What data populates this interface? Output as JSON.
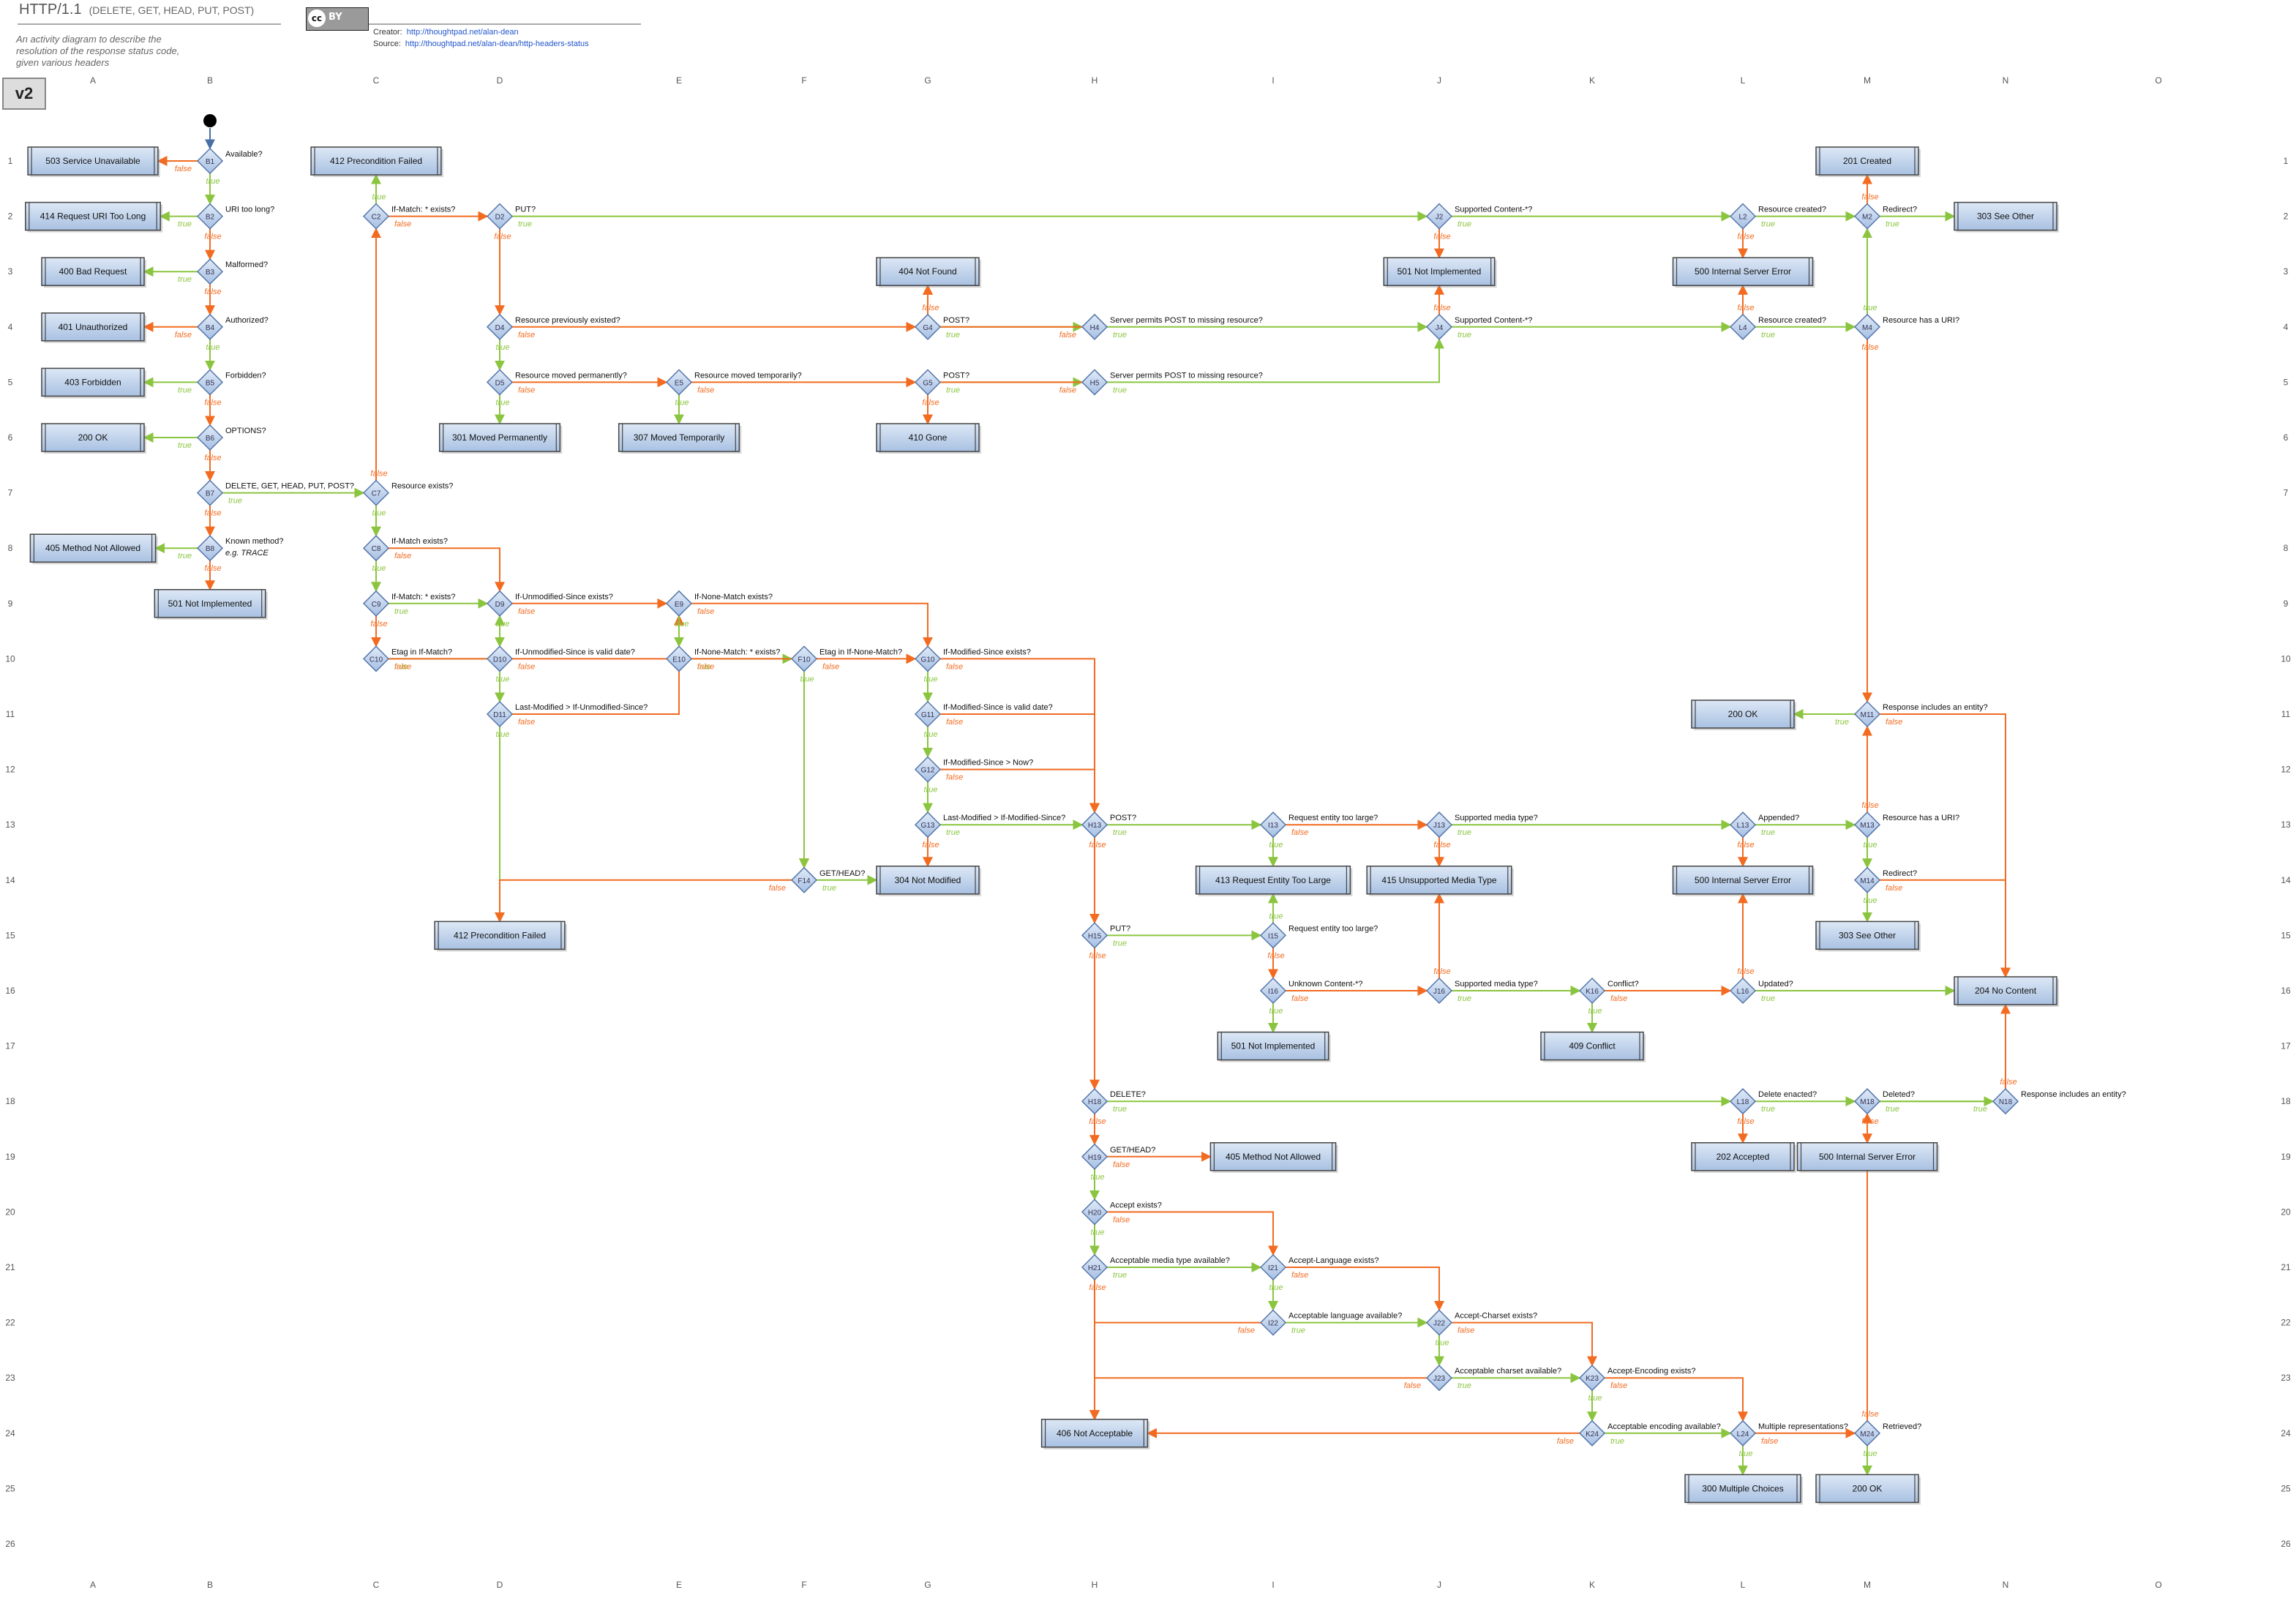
{
  "header": {
    "title": "HTTP/1.1",
    "subtitle": "(DELETE, GET, HEAD, PUT, POST)",
    "description": "An activity diagram to describe the resolution of the response status code, given various headers",
    "version": "v2",
    "license_badge": "cc",
    "license_by": "BY",
    "creator_label": "Creator:",
    "creator_url": "http://thoughtpad.net/alan-dean",
    "source_label": "Source:",
    "source_url": "http://thoughtpad.net/alan-dean/http-headers-status"
  },
  "colors": {
    "true_edge": "#8bc53f",
    "false_edge": "#f26b21",
    "box_fill": "#c2d6ee",
    "box_border": "#444444",
    "diamond_fill": "#bfd3ee",
    "diamond_border": "#5577aa"
  },
  "columns": [
    "A",
    "B",
    "C",
    "D",
    "E",
    "F",
    "G",
    "H",
    "I",
    "J",
    "K",
    "L",
    "M",
    "N",
    "O"
  ],
  "rows": [
    "1",
    "2",
    "3",
    "4",
    "5",
    "6",
    "7",
    "8",
    "9",
    "10",
    "11",
    "12",
    "13",
    "14",
    "15",
    "16",
    "17",
    "18",
    "19",
    "20",
    "21",
    "22",
    "23",
    "24",
    "25",
    "26"
  ],
  "decisions": [
    {
      "id": "B1",
      "label": "Available?"
    },
    {
      "id": "B2",
      "label": "URI too long?"
    },
    {
      "id": "B3",
      "label": "Malformed?"
    },
    {
      "id": "B4",
      "label": "Authorized?"
    },
    {
      "id": "B5",
      "label": "Forbidden?"
    },
    {
      "id": "B6",
      "label": "OPTIONS?"
    },
    {
      "id": "B7",
      "label": "DELETE, GET, HEAD, PUT, POST?"
    },
    {
      "id": "B8",
      "label": "Known method?",
      "sublabel": "e.g. TRACE"
    },
    {
      "id": "C2",
      "label": "If-Match: * exists?"
    },
    {
      "id": "C7",
      "label": "Resource exists?"
    },
    {
      "id": "C8",
      "label": "If-Match exists?"
    },
    {
      "id": "C9",
      "label": "If-Match: * exists?"
    },
    {
      "id": "C10",
      "label": "Etag in If-Match?"
    },
    {
      "id": "D2",
      "label": "PUT?"
    },
    {
      "id": "D4",
      "label": "Resource previously existed?"
    },
    {
      "id": "D5",
      "label": "Resource moved permanently?"
    },
    {
      "id": "D9",
      "label": "If-Unmodified-Since exists?"
    },
    {
      "id": "D10",
      "label": "If-Unmodified-Since is valid date?"
    },
    {
      "id": "D11",
      "label": "Last-Modified > If-Unmodified-Since?"
    },
    {
      "id": "E5",
      "label": "Resource moved temporarily?"
    },
    {
      "id": "E9",
      "label": "If-None-Match exists?"
    },
    {
      "id": "E10",
      "label": "If-None-Match: * exists?"
    },
    {
      "id": "F10",
      "label": "Etag in If-None-Match?"
    },
    {
      "id": "F14",
      "label": "GET/HEAD?"
    },
    {
      "id": "G4",
      "label": "POST?"
    },
    {
      "id": "G5",
      "label": "POST?"
    },
    {
      "id": "G10",
      "label": "If-Modified-Since exists?"
    },
    {
      "id": "G11",
      "label": "If-Modified-Since is valid date?"
    },
    {
      "id": "G12",
      "label": "If-Modified-Since > Now?"
    },
    {
      "id": "G13",
      "label": "Last-Modified > If-Modified-Since?"
    },
    {
      "id": "H4",
      "label": "Server permits POST to missing resource?"
    },
    {
      "id": "H5",
      "label": "Server permits POST to missing resource?"
    },
    {
      "id": "H13",
      "label": "POST?"
    },
    {
      "id": "H15",
      "label": "PUT?"
    },
    {
      "id": "H18",
      "label": "DELETE?"
    },
    {
      "id": "H19",
      "label": "GET/HEAD?"
    },
    {
      "id": "H20",
      "label": "Accept exists?"
    },
    {
      "id": "H21",
      "label": "Acceptable media type available?"
    },
    {
      "id": "I13",
      "label": "Request entity too large?"
    },
    {
      "id": "I15",
      "label": "Request entity too large?"
    },
    {
      "id": "I16",
      "label": "Unknown Content-*?"
    },
    {
      "id": "I21",
      "label": "Accept-Language exists?"
    },
    {
      "id": "I22",
      "label": "Acceptable language available?"
    },
    {
      "id": "J2",
      "label": "Supported Content-*?"
    },
    {
      "id": "J4",
      "label": "Supported Content-*?"
    },
    {
      "id": "J13",
      "label": "Supported media type?"
    },
    {
      "id": "J16",
      "label": "Supported media type?"
    },
    {
      "id": "J22",
      "label": "Accept-Charset exists?"
    },
    {
      "id": "J23",
      "label": "Acceptable charset available?"
    },
    {
      "id": "K16",
      "label": "Conflict?"
    },
    {
      "id": "K23",
      "label": "Accept-Encoding exists?"
    },
    {
      "id": "K24",
      "label": "Acceptable encoding available?"
    },
    {
      "id": "L2",
      "label": "Resource created?"
    },
    {
      "id": "L4",
      "label": "Resource created?"
    },
    {
      "id": "L13",
      "label": "Appended?"
    },
    {
      "id": "L16",
      "label": "Updated?"
    },
    {
      "id": "L18",
      "label": "Delete enacted?"
    },
    {
      "id": "L24",
      "label": "Multiple representations?"
    },
    {
      "id": "M2",
      "label": "Redirect?"
    },
    {
      "id": "M4",
      "label": "Resource has a URI?"
    },
    {
      "id": "M11",
      "label": "Response includes an entity?"
    },
    {
      "id": "M13",
      "label": "Resource has a URI?"
    },
    {
      "id": "M14",
      "label": "Redirect?"
    },
    {
      "id": "M18",
      "label": "Deleted?"
    },
    {
      "id": "M24",
      "label": "Retrieved?"
    },
    {
      "id": "N18",
      "label": "Response includes an entity?"
    }
  ],
  "statuses": [
    {
      "id": "s503",
      "cell": "A1",
      "label": "503 Service Unavailable"
    },
    {
      "id": "s414",
      "cell": "A2",
      "label": "414 Request URI Too Long"
    },
    {
      "id": "s400",
      "cell": "A3",
      "label": "400 Bad Request"
    },
    {
      "id": "s401",
      "cell": "A4",
      "label": "401 Unauthorized"
    },
    {
      "id": "s403",
      "cell": "A5",
      "label": "403 Forbidden"
    },
    {
      "id": "s200a",
      "cell": "A6",
      "label": "200 OK"
    },
    {
      "id": "s405a",
      "cell": "A8",
      "label": "405 Method Not Allowed"
    },
    {
      "id": "s501a",
      "cell": "B9",
      "label": "501 Not Implemented"
    },
    {
      "id": "s412a",
      "cell": "C1",
      "label": "412 Precondition Failed"
    },
    {
      "id": "s301",
      "cell": "D6",
      "label": "301 Moved Permanently"
    },
    {
      "id": "s412b",
      "cell": "D15",
      "label": "412 Precondition Failed"
    },
    {
      "id": "s307",
      "cell": "E6",
      "label": "307 Moved Temporarily"
    },
    {
      "id": "s404",
      "cell": "G3",
      "label": "404 Not Found"
    },
    {
      "id": "s410",
      "cell": "G6",
      "label": "410 Gone"
    },
    {
      "id": "s304",
      "cell": "G14",
      "label": "304 Not Modified"
    },
    {
      "id": "s406",
      "cell": "H24",
      "label": "406 Not Acceptable"
    },
    {
      "id": "s413",
      "cell": "I14",
      "label": "413 Request Entity Too Large"
    },
    {
      "id": "s501c",
      "cell": "I17",
      "label": "501 Not Implemented"
    },
    {
      "id": "s405b",
      "cell": "I19",
      "label": "405 Method Not Allowed"
    },
    {
      "id": "s501b",
      "cell": "J3",
      "label": "501 Not Implemented"
    },
    {
      "id": "s415",
      "cell": "J14",
      "label": "415 Unsupported Media Type"
    },
    {
      "id": "s409",
      "cell": "K17",
      "label": "409 Conflict"
    },
    {
      "id": "s500a",
      "cell": "L3",
      "label": "500 Internal Server Error"
    },
    {
      "id": "s200b",
      "cell": "L11",
      "label": "200 OK"
    },
    {
      "id": "s500b",
      "cell": "L14",
      "label": "500 Internal Server Error"
    },
    {
      "id": "s202",
      "cell": "L19",
      "label": "202 Accepted"
    },
    {
      "id": "s300",
      "cell": "L25",
      "label": "300 Multiple Choices"
    },
    {
      "id": "s201",
      "cell": "M1",
      "label": "201 Created"
    },
    {
      "id": "s303b",
      "cell": "M15",
      "label": "303 See Other"
    },
    {
      "id": "s500c",
      "cell": "M19",
      "label": "500 Internal Server Error"
    },
    {
      "id": "s200c",
      "cell": "M25",
      "label": "200 OK"
    },
    {
      "id": "s303a",
      "cell": "N2",
      "label": "303 See Other"
    },
    {
      "id": "s204",
      "cell": "N16",
      "label": "204 No Content"
    }
  ],
  "edges": [
    {
      "from": "start",
      "to": "B1",
      "kind": "flow"
    },
    {
      "from": "B1",
      "to": "s503",
      "kind": "false"
    },
    {
      "from": "B1",
      "to": "B2",
      "kind": "true"
    },
    {
      "from": "B2",
      "to": "s414",
      "kind": "true"
    },
    {
      "from": "B2",
      "to": "B3",
      "kind": "false"
    },
    {
      "from": "B3",
      "to": "s400",
      "kind": "true"
    },
    {
      "from": "B3",
      "to": "B4",
      "kind": "false"
    },
    {
      "from": "B4",
      "to": "s401",
      "kind": "false"
    },
    {
      "from": "B4",
      "to": "B5",
      "kind": "true"
    },
    {
      "from": "B5",
      "to": "s403",
      "kind": "true"
    },
    {
      "from": "B5",
      "to": "B6",
      "kind": "false"
    },
    {
      "from": "B6",
      "to": "s200a",
      "kind": "true"
    },
    {
      "from": "B6",
      "to": "B7",
      "kind": "false"
    },
    {
      "from": "B7",
      "to": "C7",
      "kind": "true"
    },
    {
      "from": "B7",
      "to": "B8",
      "kind": "false"
    },
    {
      "from": "B8",
      "to": "s405a",
      "kind": "true"
    },
    {
      "from": "B8",
      "to": "s501a",
      "kind": "false"
    },
    {
      "from": "C7",
      "to": "C2",
      "kind": "false"
    },
    {
      "from": "C7",
      "to": "C8",
      "kind": "true"
    },
    {
      "from": "C2",
      "to": "s412a",
      "kind": "true"
    },
    {
      "from": "C2",
      "to": "D2",
      "kind": "false"
    },
    {
      "from": "C8",
      "to": "D9",
      "kind": "false"
    },
    {
      "from": "C8",
      "to": "C9",
      "kind": "true"
    },
    {
      "from": "C9",
      "to": "D9",
      "kind": "true"
    },
    {
      "from": "C9",
      "to": "C10",
      "kind": "false"
    },
    {
      "from": "C10",
      "to": "D9",
      "kind": "true"
    },
    {
      "from": "C10",
      "to": "s412b",
      "kind": "false"
    },
    {
      "from": "D2",
      "to": "J2",
      "kind": "true"
    },
    {
      "from": "D2",
      "to": "D4",
      "kind": "false"
    },
    {
      "from": "D4",
      "to": "G4",
      "kind": "false"
    },
    {
      "from": "D4",
      "to": "D5",
      "kind": "true"
    },
    {
      "from": "D5",
      "to": "s301",
      "kind": "true"
    },
    {
      "from": "D5",
      "to": "E5",
      "kind": "false"
    },
    {
      "from": "E5",
      "to": "s307",
      "kind": "true"
    },
    {
      "from": "E5",
      "to": "G5",
      "kind": "false"
    },
    {
      "from": "G4",
      "to": "H4",
      "kind": "true"
    },
    {
      "from": "G4",
      "to": "s404",
      "kind": "false"
    },
    {
      "from": "G5",
      "to": "H5",
      "kind": "true"
    },
    {
      "from": "G5",
      "to": "s410",
      "kind": "false"
    },
    {
      "from": "H4",
      "to": "J4",
      "kind": "true"
    },
    {
      "from": "H4",
      "to": "s404",
      "kind": "false"
    },
    {
      "from": "H5",
      "to": "J4",
      "kind": "true"
    },
    {
      "from": "H5",
      "to": "s410",
      "kind": "false"
    },
    {
      "from": "J2",
      "to": "L2",
      "kind": "true"
    },
    {
      "from": "J2",
      "to": "s501b",
      "kind": "false"
    },
    {
      "from": "J4",
      "to": "L4",
      "kind": "true"
    },
    {
      "from": "J4",
      "to": "s501b",
      "kind": "false"
    },
    {
      "from": "L2",
      "to": "M2",
      "kind": "true"
    },
    {
      "from": "L2",
      "to": "s500a",
      "kind": "false"
    },
    {
      "from": "L4",
      "to": "M4",
      "kind": "true"
    },
    {
      "from": "L4",
      "to": "s500a",
      "kind": "false"
    },
    {
      "from": "M2",
      "to": "s303a",
      "kind": "true"
    },
    {
      "from": "M2",
      "to": "s201",
      "kind": "false"
    },
    {
      "from": "M4",
      "to": "M2",
      "kind": "true"
    },
    {
      "from": "M4",
      "to": "M11",
      "kind": "false"
    },
    {
      "from": "D9",
      "to": "D10",
      "kind": "true"
    },
    {
      "from": "D9",
      "to": "E9",
      "kind": "false"
    },
    {
      "from": "D10",
      "to": "D11",
      "kind": "true"
    },
    {
      "from": "D10",
      "to": "E9",
      "kind": "false"
    },
    {
      "from": "D11",
      "to": "s412b",
      "kind": "true"
    },
    {
      "from": "D11",
      "to": "E9",
      "kind": "false"
    },
    {
      "from": "E9",
      "to": "E10",
      "kind": "true"
    },
    {
      "from": "E9",
      "to": "G10",
      "kind": "false"
    },
    {
      "from": "E10",
      "to": "F10",
      "kind": "true"
    },
    {
      "from": "E10",
      "to": "F14",
      "kind": "false"
    },
    {
      "from": "F10",
      "to": "G10",
      "kind": "false"
    },
    {
      "from": "F10",
      "to": "F14",
      "kind": "true"
    },
    {
      "from": "F14",
      "to": "s304",
      "kind": "true"
    },
    {
      "from": "F14",
      "to": "s412b",
      "kind": "false"
    },
    {
      "from": "G10",
      "to": "G11",
      "kind": "true"
    },
    {
      "from": "G10",
      "to": "H13",
      "kind": "false"
    },
    {
      "from": "G11",
      "to": "G12",
      "kind": "true"
    },
    {
      "from": "G11",
      "to": "H13",
      "kind": "false"
    },
    {
      "from": "G12",
      "to": "G13",
      "kind": "true"
    },
    {
      "from": "G12",
      "to": "H13",
      "kind": "false"
    },
    {
      "from": "G13",
      "to": "H13",
      "kind": "true"
    },
    {
      "from": "G13",
      "to": "s304",
      "kind": "false"
    },
    {
      "from": "H13",
      "to": "I13",
      "kind": "true"
    },
    {
      "from": "H13",
      "to": "H15",
      "kind": "false"
    },
    {
      "from": "I13",
      "to": "s413",
      "kind": "true"
    },
    {
      "from": "I13",
      "to": "J13",
      "kind": "false"
    },
    {
      "from": "J13",
      "to": "L13",
      "kind": "true"
    },
    {
      "from": "J13",
      "to": "s415",
      "kind": "false"
    },
    {
      "from": "L13",
      "to": "M13",
      "kind": "true"
    },
    {
      "from": "L13",
      "to": "s500b",
      "kind": "false"
    },
    {
      "from": "M13",
      "to": "M14",
      "kind": "true"
    },
    {
      "from": "M13",
      "to": "M11",
      "kind": "false"
    },
    {
      "from": "M14",
      "to": "s303b",
      "kind": "true"
    },
    {
      "from": "M14",
      "to": "s204",
      "kind": "false"
    },
    {
      "from": "M11",
      "to": "s200b",
      "kind": "true"
    },
    {
      "from": "M11",
      "to": "s204",
      "kind": "false"
    },
    {
      "from": "H15",
      "to": "I15",
      "kind": "true"
    },
    {
      "from": "H15",
      "to": "H18",
      "kind": "false"
    },
    {
      "from": "I15",
      "to": "s413",
      "kind": "true"
    },
    {
      "from": "I15",
      "to": "I16",
      "kind": "false"
    },
    {
      "from": "I16",
      "to": "s501c",
      "kind": "true"
    },
    {
      "from": "I16",
      "to": "J16",
      "kind": "false"
    },
    {
      "from": "J16",
      "to": "K16",
      "kind": "true"
    },
    {
      "from": "J16",
      "to": "s415",
      "kind": "false"
    },
    {
      "from": "K16",
      "to": "s409",
      "kind": "true"
    },
    {
      "from": "K16",
      "to": "L16",
      "kind": "false"
    },
    {
      "from": "L16",
      "to": "s204",
      "kind": "true"
    },
    {
      "from": "L16",
      "to": "s500b",
      "kind": "false"
    },
    {
      "from": "H18",
      "to": "L18",
      "kind": "true"
    },
    {
      "from": "H18",
      "to": "H19",
      "kind": "false"
    },
    {
      "from": "L18",
      "to": "M18",
      "kind": "true"
    },
    {
      "from": "L18",
      "to": "s202",
      "kind": "false"
    },
    {
      "from": "M18",
      "to": "N18",
      "kind": "true"
    },
    {
      "from": "M18",
      "to": "s500c",
      "kind": "false"
    },
    {
      "from": "N18",
      "to": "s200c",
      "kind": "true"
    },
    {
      "from": "N18",
      "to": "s204",
      "kind": "false"
    },
    {
      "from": "H19",
      "to": "H20",
      "kind": "true"
    },
    {
      "from": "H19",
      "to": "s405b",
      "kind": "false"
    },
    {
      "from": "H20",
      "to": "H21",
      "kind": "true"
    },
    {
      "from": "H20",
      "to": "I21",
      "kind": "false"
    },
    {
      "from": "H21",
      "to": "I21",
      "kind": "true"
    },
    {
      "from": "H21",
      "to": "s406",
      "kind": "false"
    },
    {
      "from": "I21",
      "to": "I22",
      "kind": "true"
    },
    {
      "from": "I21",
      "to": "J22",
      "kind": "false"
    },
    {
      "from": "I22",
      "to": "J22",
      "kind": "true"
    },
    {
      "from": "I22",
      "to": "s406",
      "kind": "false"
    },
    {
      "from": "J22",
      "to": "J23",
      "kind": "true"
    },
    {
      "from": "J22",
      "to": "K23",
      "kind": "false"
    },
    {
      "from": "J23",
      "to": "K23",
      "kind": "true"
    },
    {
      "from": "J23",
      "to": "s406",
      "kind": "false"
    },
    {
      "from": "K23",
      "to": "K24",
      "kind": "true"
    },
    {
      "from": "K23",
      "to": "L24",
      "kind": "false"
    },
    {
      "from": "K24",
      "to": "L24",
      "kind": "true"
    },
    {
      "from": "K24",
      "to": "s406",
      "kind": "false"
    },
    {
      "from": "L24",
      "to": "s300",
      "kind": "true"
    },
    {
      "from": "L24",
      "to": "M24",
      "kind": "false"
    },
    {
      "from": "M24",
      "to": "s200c",
      "kind": "true"
    },
    {
      "from": "M24",
      "to": "M18",
      "kind": "false"
    }
  ]
}
